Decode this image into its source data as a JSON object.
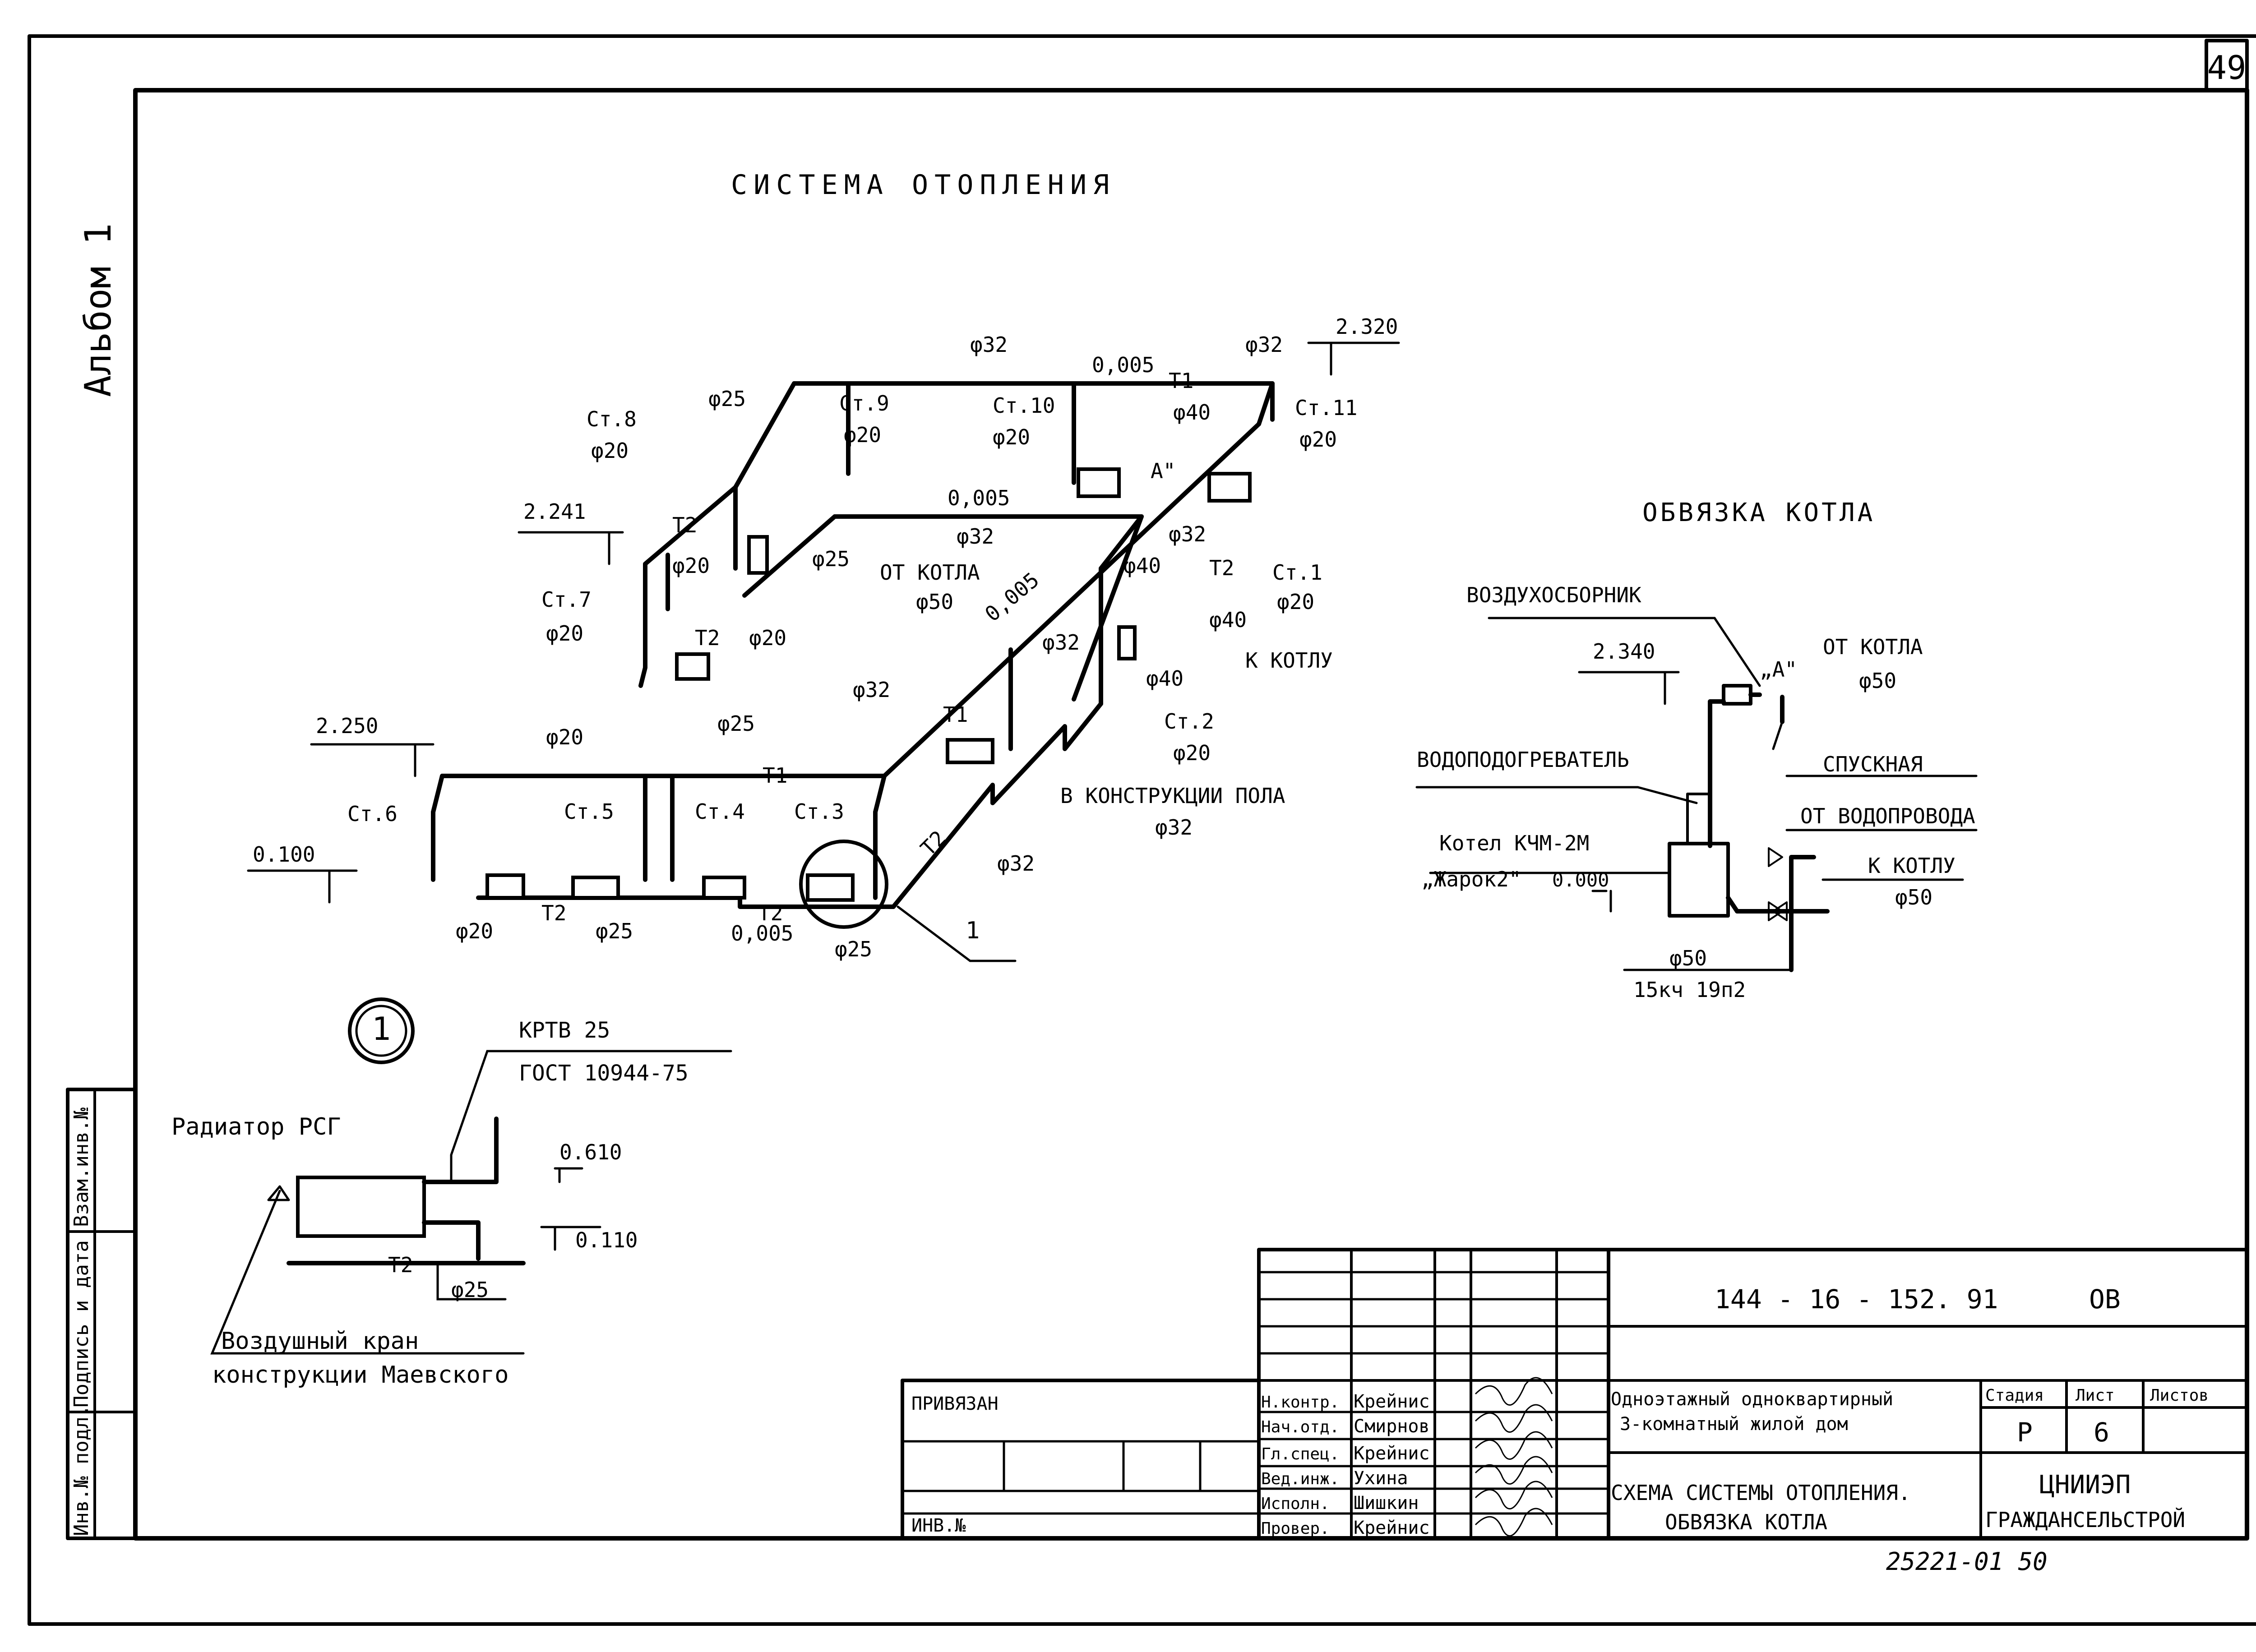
{
  "sheet": {
    "number": "49",
    "album": "Альбом 1"
  },
  "stamp": {
    "vzam_inv": "Взам.инв.№",
    "sign_date": "Подпись и дата",
    "inv_podl": "Инв.№ подл."
  },
  "labels": {
    "heading_system": "СИСТЕМА ОТОПЛЕНИЯ"
  },
  "net": {
    "phi20": "φ20",
    "phi40": "φ40",
    "phi50": "φ50",
    "phi25_a": "φ25",
    "phi25_b": "φ25",
    "phi25_c": "φ25",
    "phi25_d": "φ25",
    "phi25_e": "φ25",
    "phi32_a": "φ32",
    "phi32_b": "φ32",
    "phi32_c": "φ32",
    "phi32_d": "φ32",
    "phi32_e": "φ32",
    "phi32_f": "φ32",
    "phi32_g": "φ32",
    "phi32_h": "φ32",
    "t1": "T1",
    "t2": "T2",
    "slope_a": "0,005",
    "slope_b": "0,005",
    "slope_c": "0,005",
    "slope_d": "0,005",
    "elev_2320": "2.320",
    "elev_2241": "2.241",
    "elev_2250": "2.250",
    "elev_0100": "0.100",
    "st1": "Ст.1",
    "st2": "Ст.2",
    "st3": "Ст.3",
    "st4": "Ст.4",
    "st5": "Ст.5",
    "st6": "Ст.6",
    "st7": "Ст.7",
    "st8": "Ст.8",
    "st9": "Ст.9",
    "st10": "Ст.10",
    "st11": "Ст.11",
    "point_a": "А\"",
    "from_boiler": "ОТ КОТЛА",
    "to_boiler": "К КОТЛУ",
    "in_floor": "В КОНСТРУКЦИИ ПОЛА",
    "node_1": "1"
  },
  "detail": {
    "number": "1",
    "krtv": "КРТВ 25",
    "gost": "ГОСТ 10944-75",
    "radiator": "Радиатор РСГ",
    "elev_0610": "0.610",
    "elev_0110": "0.110",
    "phi25": "φ25",
    "air_valve": "Воздушный кран",
    "mayevsky": "конструкции Маевского"
  },
  "boiler": {
    "heading": "ОБВЯЗКА КОТЛА",
    "air_collector": "ВОЗДУХОСБОРНИК",
    "from_boiler": "ОТ КОТЛА",
    "phi50": "φ50",
    "elev_2340": "2.340",
    "point_a": "„А\"",
    "drain": "СПУСКНАЯ",
    "water_heater": "ВОДОПОДОГРЕВАТЕЛЬ",
    "from_water": "ОТ ВОДОПРОВОДА",
    "kotel": "Котел КЧМ-2М",
    "zharok": "„Жарок2\"",
    "elev_0000": "0.000",
    "to_boiler": "К КОТЛУ",
    "valve": "15кч 19п2"
  },
  "title_block": {
    "code": "144 - 16 - 152. 91",
    "section": "ОВ",
    "project_line1": "Одноэтажный одноквартирный",
    "project_line2": "3-комнатный жилой дом",
    "stage_hdr": "Стадия",
    "sheet_hdr": "Лист",
    "sheets_hdr": "Листов",
    "stage": "Р",
    "sheet": "6",
    "scheme_line1": "СХЕМА СИСТЕМЫ ОТОПЛЕНИЯ.",
    "scheme_line2": "ОБВЯЗКА КОТЛА",
    "org_line1": "ЦНИИЭП",
    "org_line2": "ГРАЖДАНСЕЛЬСТРОЙ",
    "linked": "ПРИВЯЗАН",
    "inv_no": "ИНВ.№",
    "signers": [
      {
        "role": "Н.контр.",
        "name": "Крейнис"
      },
      {
        "role": "Нач.отд.",
        "name": "Смирнов"
      },
      {
        "role": "Гл.спец.",
        "name": "Крейнис"
      },
      {
        "role": "Вед.инж.",
        "name": "Ухина"
      },
      {
        "role": "Исполн.",
        "name": "Шишкин"
      },
      {
        "role": "Провер.",
        "name": "Крейнис"
      }
    ]
  },
  "footer": {
    "code": "25221-01 50"
  }
}
